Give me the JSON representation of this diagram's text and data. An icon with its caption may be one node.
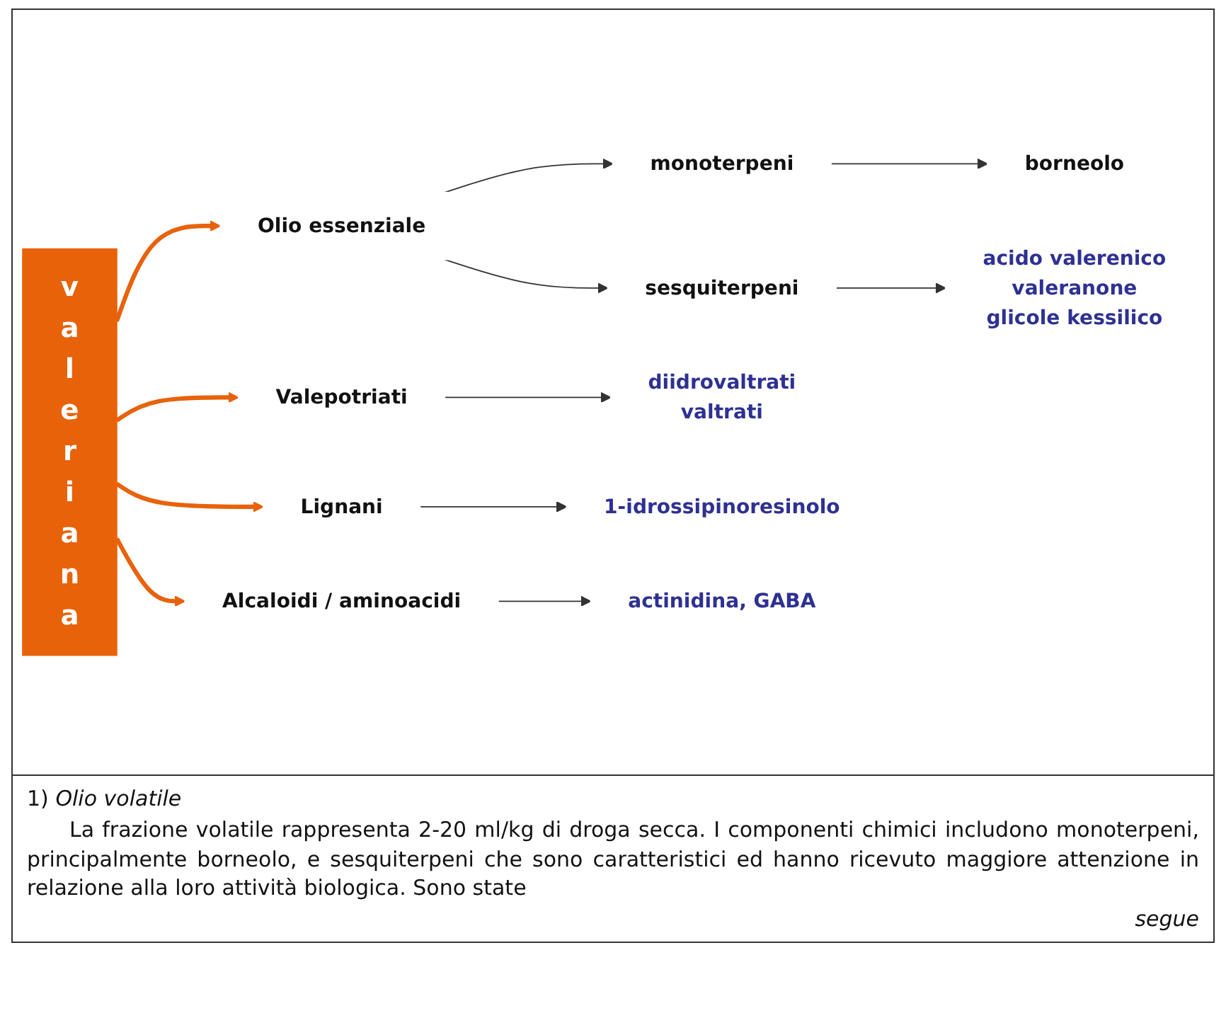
{
  "diagram": {
    "nodes": [
      {
        "text": [
          "v a l e r i a n a"
        ]
      },
      {
        "text": [
          "Olio essenziale"
        ]
      },
      {
        "text": [
          "monoterpeni"
        ]
      },
      {
        "text": [
          "borneolo"
        ]
      },
      {
        "text": [
          "sesquiterpeni"
        ]
      },
      {
        "text": [
          "acido valerenico",
          "valeranone",
          "glicole kessilico"
        ]
      },
      {
        "text": [
          "Valepotriati"
        ]
      },
      {
        "text": [
          "diidrovaltrati",
          "valtrati"
        ]
      },
      {
        "text": [
          "Lignani"
        ]
      },
      {
        "text": [
          "1-idrossipinoresinolo"
        ]
      },
      {
        "text": [
          "Alcaloidi / aminoacidi"
        ]
      },
      {
        "text": [
          "actinidina, GABA"
        ]
      }
    ],
    "edges": [
      {
        "from": 0,
        "to": 1,
        "arrow": "to",
        "style": "thick",
        "color": "#e8620a"
      },
      {
        "from": 1,
        "to": 2,
        "arrow": "to"
      },
      {
        "from": 2,
        "to": 3,
        "arrow": "to"
      },
      {
        "from": 1,
        "to": 4,
        "arrow": "to"
      },
      {
        "from": 4,
        "to": 5,
        "arrow": "to"
      },
      {
        "from": 0,
        "to": 6,
        "arrow": "to",
        "style": "thick",
        "color": "#e8620a"
      },
      {
        "from": 6,
        "to": 7,
        "arrow": "to"
      },
      {
        "from": 0,
        "to": 8,
        "arrow": "to",
        "style": "thick",
        "color": "#e8620a"
      },
      {
        "from": 8,
        "to": 9,
        "arrow": "to"
      },
      {
        "from": 0,
        "to": 10,
        "arrow": "to",
        "style": "thick",
        "color": "#e8620a"
      },
      {
        "from": 10,
        "to": 11,
        "arrow": "to"
      }
    ],
    "labels": [
      "1)",
      "Olio volatile",
      "La frazione volatile rappresenta 2-20 ml/kg di droga secca. I componenti chimici includono monoterpeni, principalmente borneolo, e sesquiterpeni che sono caratteristici ed hanno ricevuto maggiore attenzione in relazione alla loro attività biologica. Sono state",
      "segue"
    ]
  }
}
